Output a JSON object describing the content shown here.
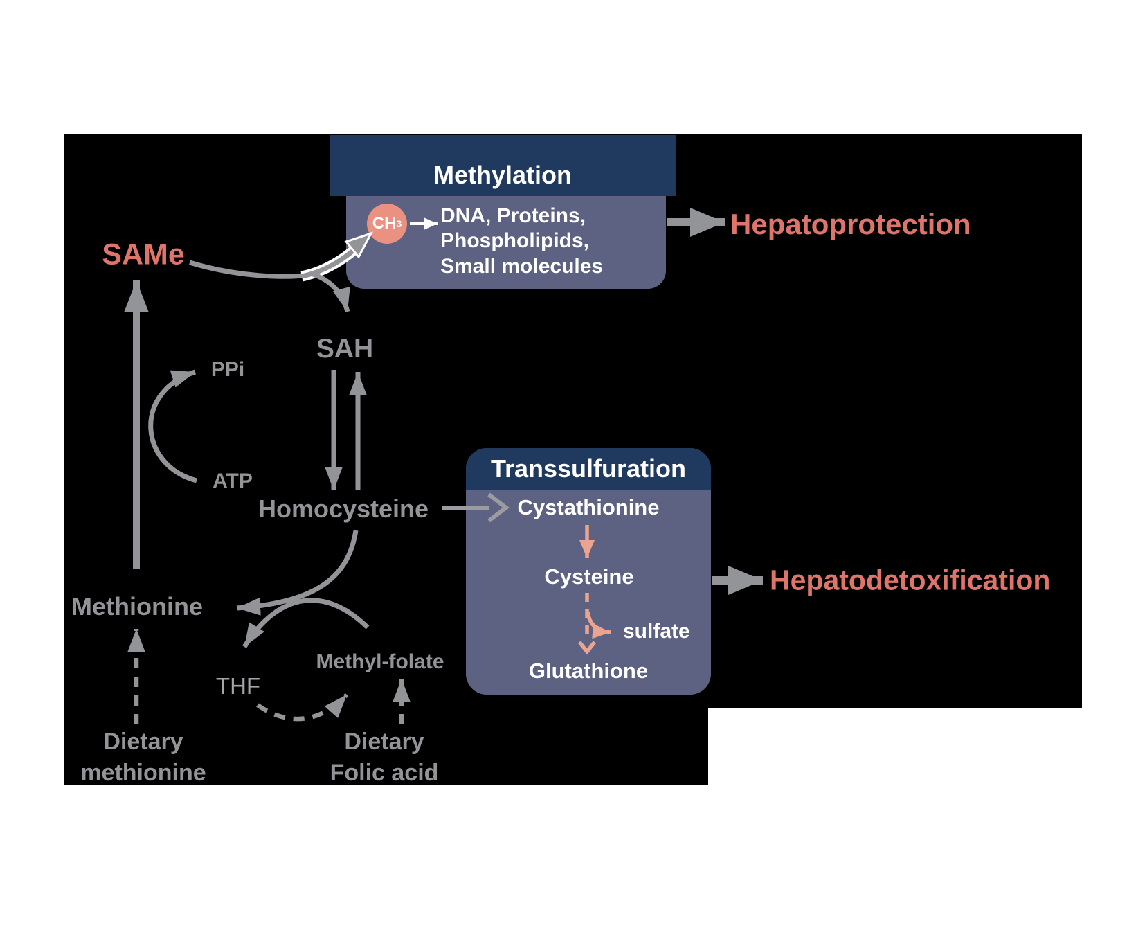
{
  "colors": {
    "navy": "#20395f",
    "slate": "#5d6283",
    "salmon_text": "#df756a",
    "salmon_fill": "#eb9181",
    "salmon_arrow": "#eca48f",
    "gray": "#939498",
    "light_gray": "#a4a5a9",
    "white": "#ffffff",
    "background": "#000000",
    "page": "#ffffff"
  },
  "methylation": {
    "title": "Methylation",
    "ch3_base": "CH",
    "ch3_sub": "3",
    "targets": [
      "DNA, Proteins,",
      "Phospholipids,",
      "Small molecules"
    ],
    "outcome": "Hepatoprotection"
  },
  "cycle": {
    "same": "SAMe",
    "sah": "SAH",
    "ppi": "PPi",
    "atp": "ATP",
    "homocysteine": "Homocysteine",
    "methionine": "Methionine",
    "thf": "THF",
    "methyl_folate": "Methyl-folate",
    "dietary_methionine": {
      "line1": "Dietary",
      "line2": "methionine"
    },
    "dietary_folate": {
      "line1": "Dietary",
      "line2": "Folic acid"
    }
  },
  "transsulfuration": {
    "title": "Transsulfuration",
    "cystathionine": "Cystathionine",
    "cysteine": "Cysteine",
    "sulfate": "sulfate",
    "glutathione": "Glutathione",
    "outcome": "Hepatodetoxification"
  }
}
